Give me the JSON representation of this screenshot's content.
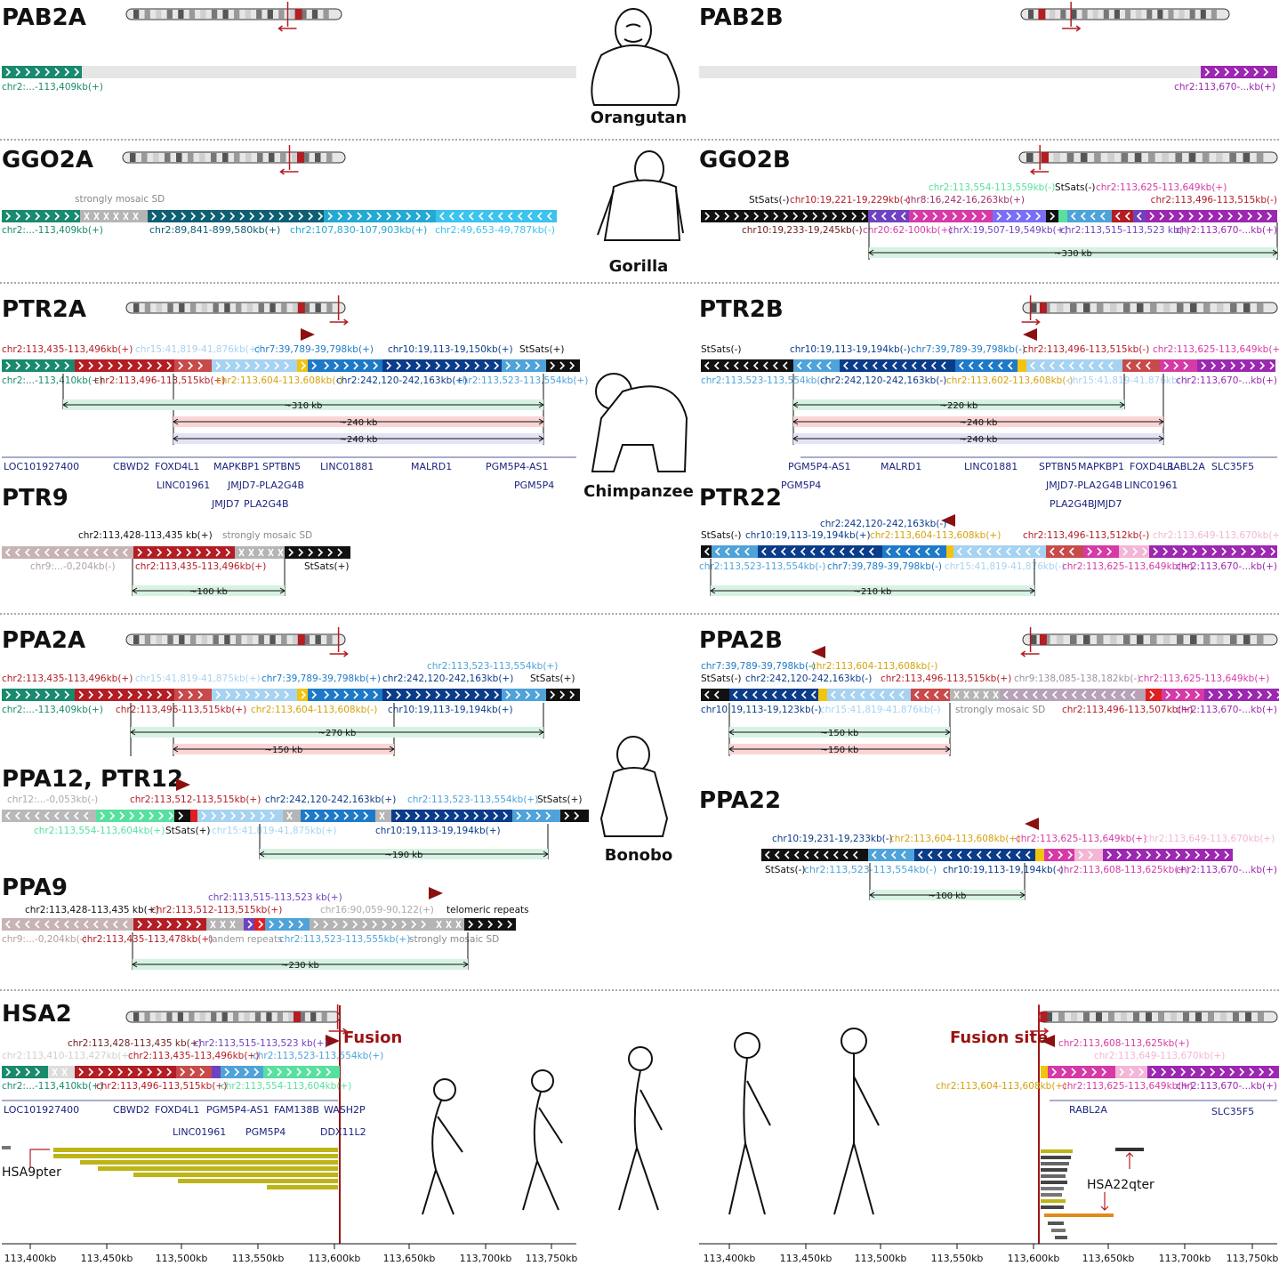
{
  "colors": {
    "teal_green": "#1a8a6e",
    "grey_mosaic": "#b5b5b5",
    "dark_teal": "#0f5f72",
    "cyan": "#23a9d2",
    "light_cyan": "#3cc3ee",
    "dark_red": "#b31d24",
    "rose": "#c84a4a",
    "light_blue": "#a7d3f2",
    "yellow": "#f1c40f",
    "blue": "#1e7ac8",
    "navy": "#0b3c8a",
    "sky": "#4fa3d9",
    "black": "#111111",
    "magenta": "#d63aa6",
    "purple": "#9c27b0",
    "green_light": "#58e0a0",
    "pink": "#f3b6d6",
    "fusion_red": "#9b1414",
    "olive": "#bdb417",
    "orange": "#e08a1a",
    "bracket_fill": "#d7f2e3",
    "pink_fill": "#fbd5d5",
    "lavender_fill": "#e3e3f6"
  },
  "species": {
    "orangutan": "Orangutan",
    "gorilla": "Gorilla",
    "chimpanzee": "Chimpanzee",
    "bonobo": "Bonobo"
  },
  "panels": {
    "pab2a": {
      "title": "PAB2A",
      "labels": [
        "chr2:...-113,409kb(+)"
      ]
    },
    "pab2b": {
      "title": "PAB2B",
      "labels": [
        "chr2:113,670-...kb(+)"
      ]
    },
    "ggo2a": {
      "title": "GGO2A",
      "labels": [
        "strongly mosaic SD",
        "chr2:...-113,409kb(+)",
        "chr2:89,841-899,580kb(+)",
        "chr2:107,830-107,903kb(+)",
        "chr2:49,653-49,787kb(-)"
      ]
    },
    "ggo2b": {
      "title": "GGO2B",
      "labels": [
        "chr2:113,554-113,559kb(-)",
        "StSats(-)",
        "chr2:113,625-113,649kb(+)",
        "StSats(-)",
        "chr10:19,221-19,229kb(-)",
        "chr8:16,242-16,263kb(+)",
        "chr2:113,496-113,515kb(-)",
        "chr10:19,233-19,245kb(-)",
        "chr20:62-100kb(+)",
        "chrX:19,507-19,549kb(+)",
        "chr2:113,515-113,523 kb(-)",
        "chr2:113,670-...kb(+)"
      ],
      "spans": [
        "~330 kb"
      ]
    },
    "ptr2a": {
      "title": "PTR2A",
      "labels": [
        "chr2:113,435-113,496kb(+)",
        "chr15:41,819-41,876kb(+)",
        "chr7:39,789-39,798kb(+)",
        "chr10:19,113-19,150kb(+)",
        "StSats(+)",
        "chr2:...-113,410kb(+)",
        "chr2:113,496-113,515kb(+)",
        "chr2:113,604-113,608kb(-)",
        "chr2:242,120-242,163kb(+)",
        "chr2:113,523-113,554kb(+)"
      ],
      "spans": [
        "~310 kb",
        "~240 kb",
        "~240 kb"
      ],
      "genes": [
        "LOC101927400",
        "CBWD2",
        "FOXD4L1",
        "MAPKBP1",
        "SPTBN5",
        "LINC01881",
        "MALRD1",
        "PGM5P4-AS1",
        "LINC01961",
        "JMJD7-PLA2G4B",
        "PGM5P4",
        "JMJD7",
        "PLA2G4B"
      ]
    },
    "ptr2b": {
      "title": "PTR2B",
      "labels": [
        "StSats(-)",
        "chr10:19,113-19,194kb(-)",
        "chr7:39,789-39,798kb(-)",
        "chr2:113,496-113,515kb(-)",
        "chr2:113,625-113,649kb(+)",
        "chr2:113,523-113,554kb(-)",
        "chr2:242,120-242,163kb(-)",
        "chr2:113,602-113,608kb(-)",
        "chr15:41,819-41,876kb(-)",
        "chr2:113,670-...kb(+)"
      ],
      "spans": [
        "~220 kb",
        "~240 kb",
        "~240 kb"
      ],
      "genes": [
        "PGM5P4-AS1",
        "MALRD1",
        "LINC01881",
        "SPTBN5",
        "MAPKBP1",
        "FOXD4L1",
        "RABL2A",
        "SLC35F5",
        "PGM5P4",
        "JMJD7-PLA2G4B",
        "LINC01961",
        "PLA2G4B",
        "JMJD7"
      ]
    },
    "ptr9": {
      "title": "PTR9",
      "labels": [
        "chr2:113,428-113,435 kb(+)",
        "strongly mosaic SD",
        "chr9:...-0,204kb(-)",
        "chr2:113,435-113,496kb(+)",
        "StSats(+)"
      ],
      "spans": [
        "~100 kb"
      ]
    },
    "ptr22": {
      "title": "PTR22",
      "labels": [
        "chr2:242,120-242,163kb(-)",
        "StSats(-)",
        "chr10:19,113-19,194kb(+)",
        "chr2:113,604-113,608kb(+)",
        "chr2:113,496-113,512kb(-)",
        "chr2:113,649-113,670kb(+)",
        "chr2:113,523-113,554kb(-)",
        "chr7:39,789-39,798kb(-)",
        "chr15:41,819-41,876kb(-)",
        "chr2:113,625-113,649kb(+)",
        "chr2:113,670-...kb(+)"
      ],
      "spans": [
        "~210 kb"
      ]
    },
    "ppa2a": {
      "title": "PPA2A",
      "labels": [
        "chr2:113,523-113,554kb(+)",
        "chr2:113,435-113,496kb(+)",
        "chr15:41,819-41,875kb(+)",
        "chr7:39,789-39,798kb(+)",
        "chr2:242,120-242,163kb(+)",
        "StSats(+)",
        "chr2:...-113,409kb(+)",
        "chr2:113,496-113,515kb(+)",
        "chr2:113,604-113,608kb(-)",
        "chr10:19,113-19,194kb(+)"
      ],
      "spans": [
        "~270 kb",
        "~150 kb"
      ]
    },
    "ppa2b": {
      "title": "PPA2B",
      "labels": [
        "chr7:39,789-39,798kb(-)",
        "chr2:113,604-113,608kb(-)",
        "StSats(-)",
        "chr2:242,120-242,163kb(-)",
        "chr2:113,496-113,515kb(+)",
        "chr9:138,085-138,182kb(-)",
        "chr2:113,625-113,649kb(+)",
        "chr10:19,113-19,123kb(-)",
        "chr15:41,819-41,876kb(-)",
        "strongly mosaic SD",
        "chr2:113,496-113,507kb(+)",
        "chr2:113,670-...kb(+)"
      ],
      "spans": [
        "~150 kb",
        "~150 kb"
      ]
    },
    "ppa12": {
      "title": "PPA12, PTR12",
      "labels": [
        "chr12:...-0,053kb(-)",
        "chr2:113,512-113,515kb(+)",
        "chr2:242,120-242,163kb(+)",
        "chr2:113,523-113,554kb(+)",
        "StSats(+)",
        "chr2:113,554-113,604kb(+)",
        "StSats(+)",
        "chr15:41,819-41,875kb(+)",
        "chr10:19,113-19,194kb(+)"
      ],
      "spans": [
        "~190 kb"
      ]
    },
    "ppa22": {
      "title": "PPA22",
      "labels": [
        "chr10:19,231-19,233kb(-)",
        "chr2:113,604-113,608kb(+)",
        "chr2:113,625-113,649kb(+)",
        "chr2:113,649-113,670kb(+)",
        "StSats(-)",
        "chr2:113,523-113,554kb(-)",
        "chr10:19,113-19,194kb(-)",
        "chr2:113,608-113,625kb(+)",
        "chr2:113,670-...kb(+)"
      ],
      "spans": [
        "~100 kb"
      ]
    },
    "ppa9": {
      "title": "PPA9",
      "labels": [
        "chr2:113,515-113,523 kb(+)",
        "chr2:113,428-113,435 kb(+)",
        "chr2:113,512-113,515kb(+)",
        "chr16:90,059-90,122(+)",
        "telomeric repeats",
        "chr9:...-0,204kb(-)",
        "chr2:113,435-113,478kb(+)",
        "tandem repeats",
        "chr2:113,523-113,555kb(+)",
        "strongly mosaic SD"
      ],
      "spans": [
        "~230 kb"
      ]
    },
    "hsa2": {
      "title": "HSA2",
      "fusion": "Fusion",
      "fusion_site": "Fusion site",
      "labels": [
        "chr2:113,428-113,435 kb(+)",
        "chr2:113,515-113,523 kb(+)",
        "chr2:113,410-113,427kb(+)",
        "chr2:113,435-113,496kb(+)",
        "chr2:113,523-113,554kb(+)",
        "chr2:...-113,410kb(+)",
        "chr2:113,496-113,515kb(+)",
        "chr2:113,554-113,604kb(+)"
      ],
      "labels_right": [
        "chr2:113,608-113,625kb(+)",
        "chr2:113,649-113,670kb(+)",
        "chr2:113,604-113,608kb(+)",
        "chr2:113,625-113,649kb(+)",
        "chr2:113,670-...kb(+)"
      ],
      "genes": [
        "LOC101927400",
        "CBWD2",
        "FOXD4L1",
        "PGM5P4-AS1",
        "FAM138B",
        "WASH2P",
        "LINC01961",
        "PGM5P4",
        "DDX11L2"
      ],
      "genes_right": [
        "RABL2A",
        "SLC35F5"
      ],
      "hsa9pter": "HSA9pter",
      "hsa22qter": "HSA22qter",
      "axis_left": [
        "113,400kb",
        "113,450kb",
        "113,500kb",
        "113,550kb",
        "113,600kb",
        "113,650kb",
        "113,700kb",
        "113,750kb"
      ],
      "axis_right": [
        "113,400kb",
        "113,450kb",
        "113,500kb",
        "113,550kb",
        "113,600kb",
        "113,650kb",
        "113,700kb",
        "113,750kb"
      ]
    }
  }
}
